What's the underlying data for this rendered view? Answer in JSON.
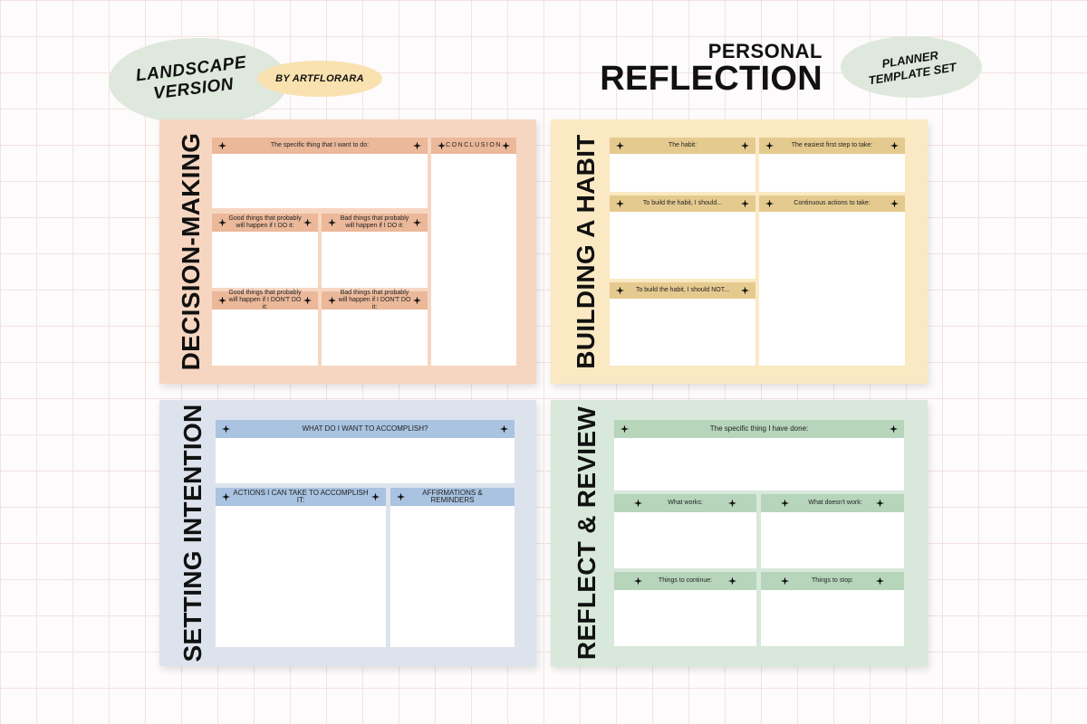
{
  "header": {
    "landscape": "LANDSCAPE\nVERSION",
    "by": "BY ARTFLORARA",
    "title_small": "PERSONAL",
    "title_big": "REFLECTION",
    "planner": "PLANNER\nTEMPLATE SET"
  },
  "colors": {
    "decision_bg": "#f7d6c1",
    "decision_header": "#ebb89a",
    "habit_bg": "#fae9c2",
    "habit_header": "#e5ca8f",
    "intention_bg": "#dde3ed",
    "intention_header": "#a9c3e1",
    "review_bg": "#d8e8da",
    "review_header": "#b6d5bb"
  },
  "decision": {
    "title": "DECISION-MAKING",
    "specific": "The specific thing that I want to do:",
    "conclusion": "CONCLUSION",
    "good_do": "Good things that probably will happen if I DO it:",
    "bad_do": "Bad things that probably will happen if I DO it:",
    "good_dont": "Good things that probably will happen if I DON'T DO it:",
    "bad_dont": "Bad things that probably will happen if I DON'T DO it:"
  },
  "habit": {
    "title": "BUILDING A HABIT",
    "the_habit": "The habit:",
    "first_step": "The easiest first step to take:",
    "should": "To build the habit, I should...",
    "continuous": "Continuous actions to take:",
    "should_not": "To build the habit, I should NOT..."
  },
  "intention": {
    "title": "SETTING INTENTION",
    "accomplish": "WHAT DO I WANT TO ACCOMPLISH?",
    "actions": "ACTIONS I CAN TAKE TO ACCOMPLISH IT:",
    "affirmations": "AFFIRMATIONS & REMINDERS"
  },
  "review": {
    "title": "REFLECT & REVIEW",
    "done": "The specific thing I have done:",
    "works": "What works:",
    "doesnt": "What doesn't work:",
    "continue": "Things to continue:",
    "stop": "Things to stop:"
  }
}
